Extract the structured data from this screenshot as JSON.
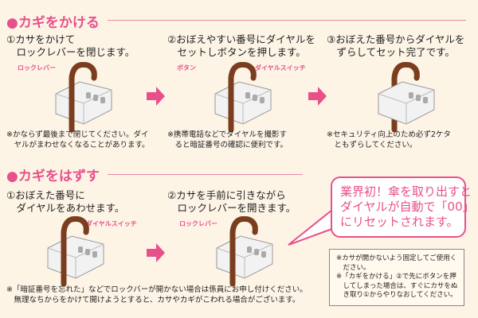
{
  "lock": {
    "title": "●カギをかける",
    "steps": [
      {
        "text": "①カサをかけて\n　ロックレバーを閉じます。",
        "label": "ロックレバー",
        "note": "※かならず最後まで閉じてください。ダイ\n　ヤルがまわせなくなることがあります。"
      },
      {
        "text": "②おぼえやすい番号にダイヤルを\n　セットしボタンを押します。",
        "label": "ボタン",
        "label2": "ダイヤルスイッチ",
        "note": "※携帯電話などでダイヤルを撮影す\n　ると暗証番号の確認に便利です。"
      },
      {
        "text": "③おぼえた番号からダイヤルを\n　ずらしてセット完了です。",
        "note": "※セキュリティ向上のため必ず2ケタ\n　ともずらしてください。"
      }
    ]
  },
  "unlock": {
    "title": "●カギをはずす",
    "steps": [
      {
        "text": "①おぼえた番号に\n　ダイヤルをあわせます。",
        "label": "ダイヤルスイッチ"
      },
      {
        "text": "②カサを手前に引きながら\n　ロックレバーを開きます。",
        "label": "ロックレバー"
      }
    ],
    "note": "※「暗証番号を忘れた」などでロックバーが開かない場合は係員にお申し付けください。\n　無理なちからをかけて開けようとすると、カサやカギがこわれる場合がございます。",
    "bubble": "業界初！傘を取り出すと\nダイヤルが自動で「00」\nにリセットされます。",
    "box": "※カサが開かないよう固定してご使用く\n　ださい。\n※「カギをかける」②で先にボタンを押\n　してしまった場合は、すぐにカサをぬ\n　き取り①からやりなおしてください。"
  },
  "colors": {
    "accent": "#e8508a",
    "bg": "#fdf4e6"
  }
}
